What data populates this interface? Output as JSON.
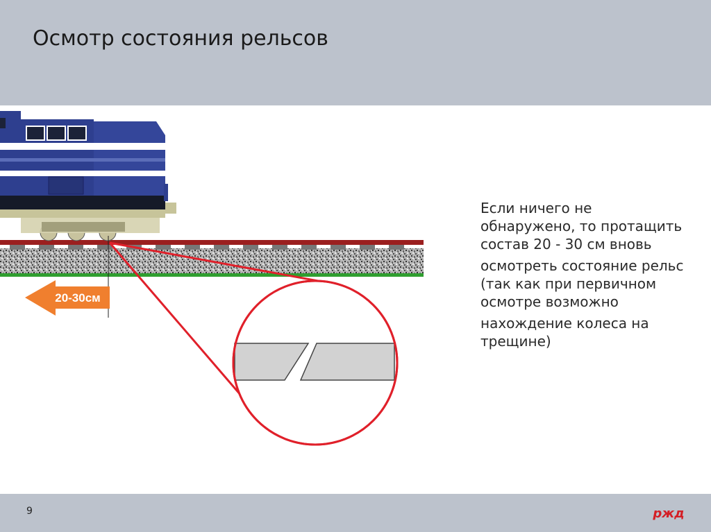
{
  "slide": {
    "title": "Осмотр состояния рельсов",
    "paragraphs": [
      "Если ничего не обнаружено, то протащить состав 20 - 30 см вновь",
      "осмотреть состояние рельс (так как при первичном осмотре возможно",
      "нахождение колеса на трещине)"
    ],
    "arrow_label": "20-30см",
    "page_number": "9",
    "logo_text": "РЖД"
  },
  "colors": {
    "header_bg": "#bcc2cc",
    "loco_blue": "#2e3f8f",
    "rail": "#9b1f1f",
    "magnifier": "#e0202a",
    "arrow": "#f07f2e",
    "grass": "#2f9e2f"
  }
}
